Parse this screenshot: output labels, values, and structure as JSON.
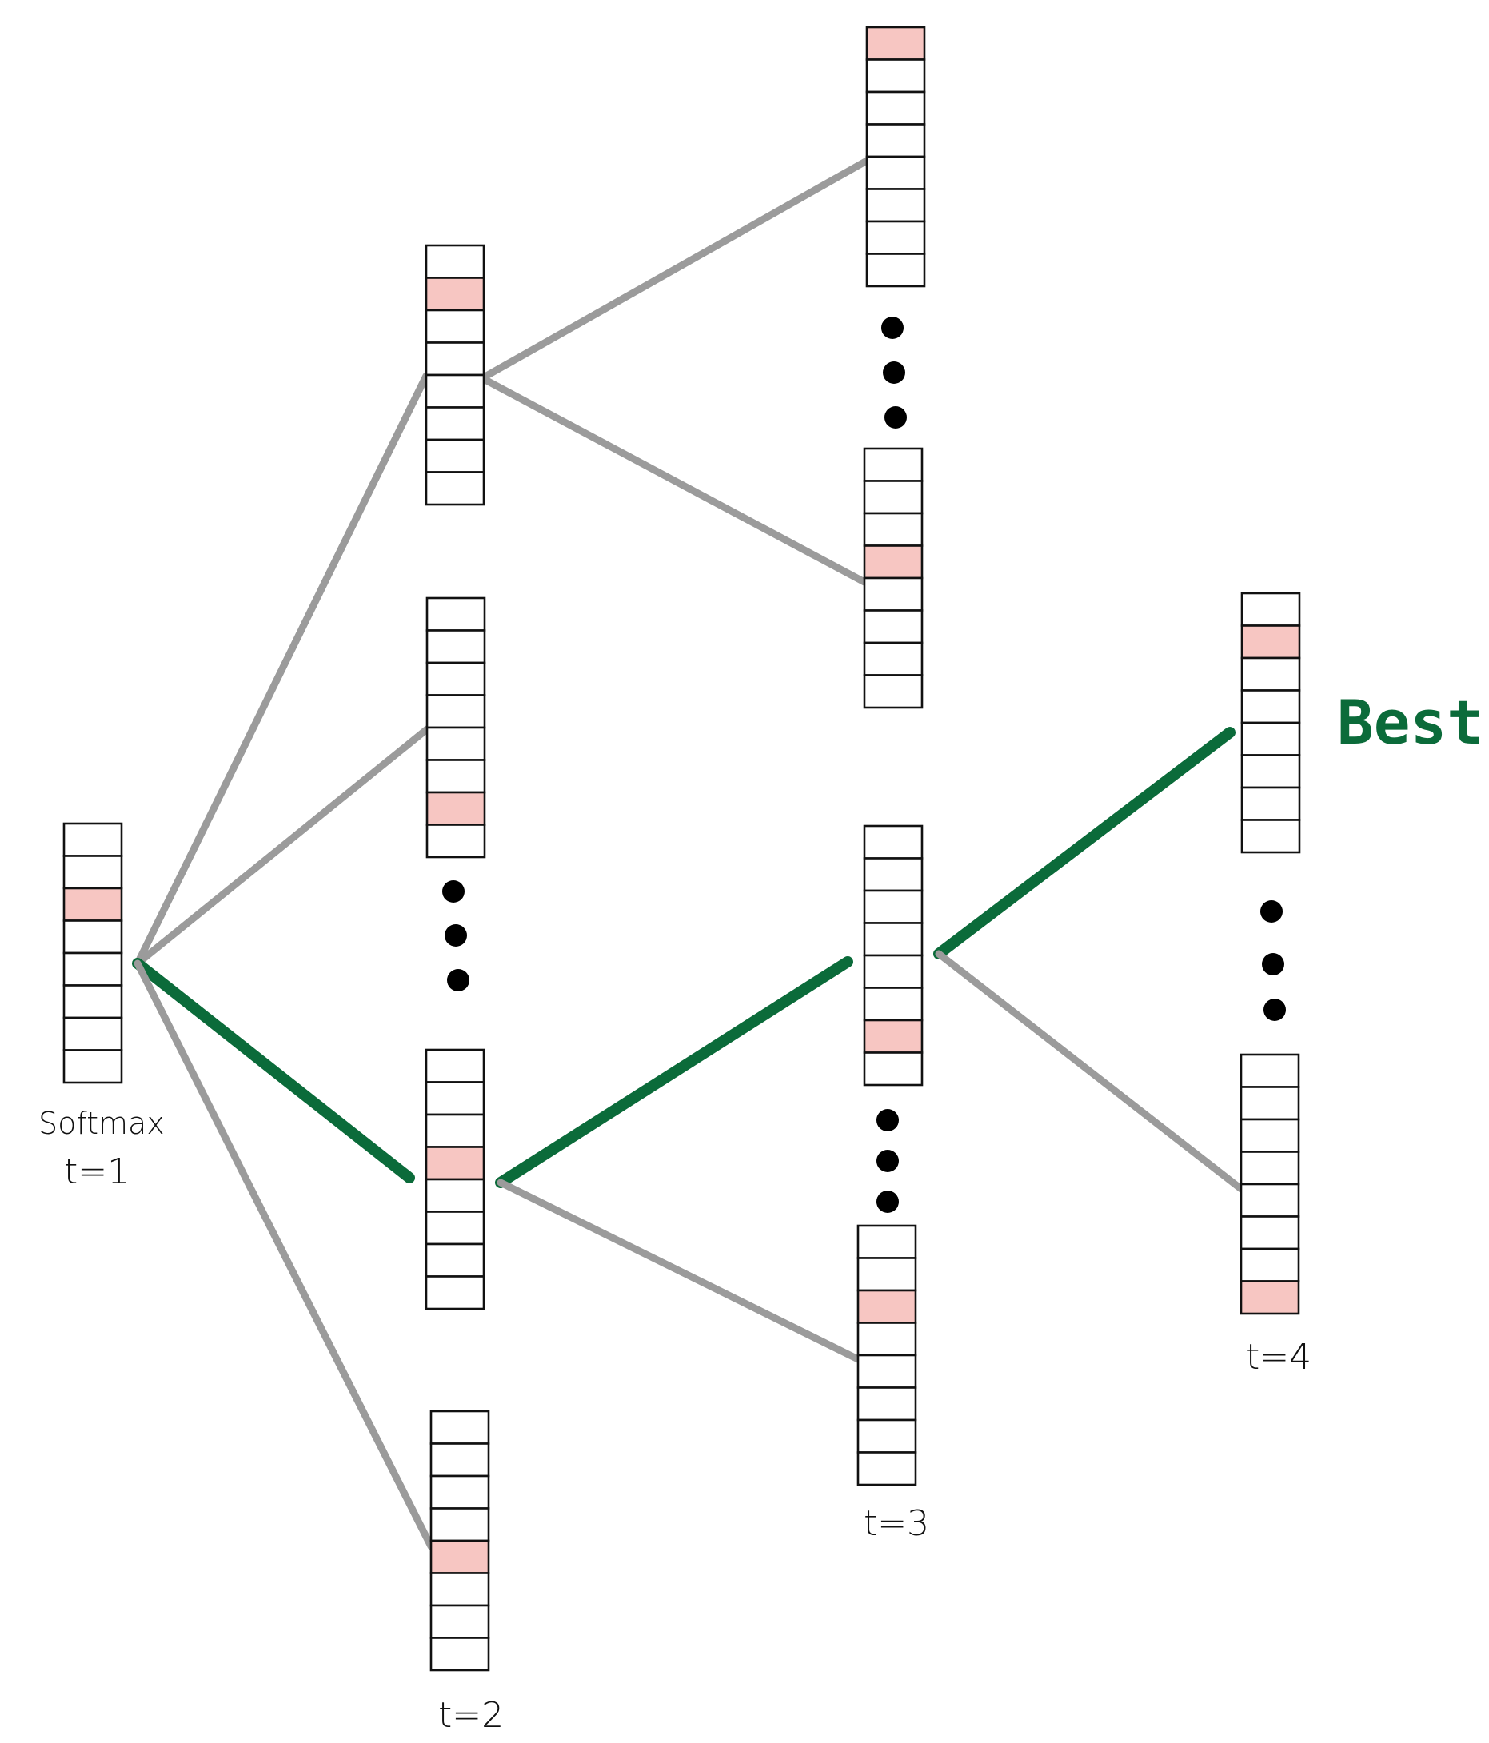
{
  "labels": {
    "softmax": "Softmax",
    "t1": "t=1",
    "t2": "t=2",
    "t3": "t=3",
    "t4": "t=4",
    "best": "Best"
  },
  "colors": {
    "highlight": "#f7c6c2",
    "edge_gray": "#9b9b9b",
    "edge_green": "#0b6b3a",
    "best_text": "#0b6b3a",
    "cell_border": "#111111",
    "dot": "#000000"
  },
  "columns": [
    {
      "id": "t1-softmax",
      "cells": 8,
      "highlight_index": 2
    },
    {
      "id": "t2-a",
      "cells": 8,
      "highlight_index": 1
    },
    {
      "id": "t2-b",
      "cells": 8,
      "highlight_index": 6
    },
    {
      "id": "t2-c",
      "cells": 8,
      "highlight_index": 3
    },
    {
      "id": "t2-d",
      "cells": 8,
      "highlight_index": 4
    },
    {
      "id": "t3-a",
      "cells": 8,
      "highlight_index": 0
    },
    {
      "id": "t3-b",
      "cells": 8,
      "highlight_index": 3
    },
    {
      "id": "t3-c",
      "cells": 8,
      "highlight_index": 6
    },
    {
      "id": "t3-d",
      "cells": 8,
      "highlight_index": 2
    },
    {
      "id": "t4-a",
      "cells": 8,
      "highlight_index": 1
    },
    {
      "id": "t4-b",
      "cells": 8,
      "highlight_index": 7
    }
  ],
  "edges": [
    {
      "id": "t1-to-t2a",
      "from": "t1-softmax",
      "to": "t2-a",
      "best": false
    },
    {
      "id": "t1-to-t2b",
      "from": "t1-softmax",
      "to": "t2-b",
      "best": false
    },
    {
      "id": "t1-to-t2c",
      "from": "t1-softmax",
      "to": "t2-c",
      "best": true
    },
    {
      "id": "t1-to-t2d",
      "from": "t1-softmax",
      "to": "t2-d",
      "best": false
    },
    {
      "id": "t2a-to-t3a",
      "from": "t2-a",
      "to": "t3-a",
      "best": false
    },
    {
      "id": "t2a-to-t3b",
      "from": "t2-a",
      "to": "t3-b",
      "best": false
    },
    {
      "id": "t2c-to-t3c",
      "from": "t2-c",
      "to": "t3-c",
      "best": true
    },
    {
      "id": "t2c-to-t3d",
      "from": "t2-c",
      "to": "t3-d",
      "best": false
    },
    {
      "id": "t3c-to-t4a",
      "from": "t3-c",
      "to": "t4-a",
      "best": true
    },
    {
      "id": "t3c-to-t4b",
      "from": "t3-c",
      "to": "t4-b",
      "best": false
    }
  ]
}
